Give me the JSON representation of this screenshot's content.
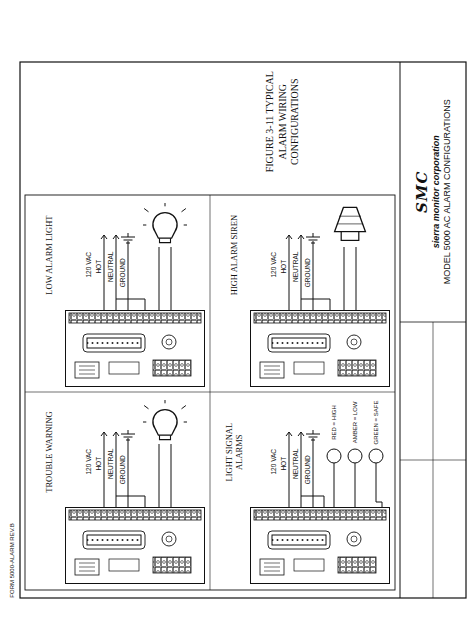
{
  "diagram": {
    "title": "FIGURE 3-11 TYPICAL ALARM WIRING CONFIGURATIONS",
    "nodes": [
      {
        "text": [
          "SMC",
          "sierra monitor corporation",
          "MODEL 5000 AC ALARM CONFIGURATIONS"
        ]
      }
    ],
    "labels": [
      "FORM 5000-ALARM REV.B",
      "LOW ALARM LIGHT",
      "120 VAC",
      "HOT",
      "NEUTRAL",
      "GROUND",
      "HIGH ALARM SIREN",
      "120 VAC",
      "HOT",
      "NEUTRAL",
      "GROUND",
      "TROUBLE WARNING",
      "120 VAC",
      "HOT",
      "NEUTRAL",
      "GROUND",
      "LIGHT SIGNAL ALARMS",
      "120 VAC",
      "HOT",
      "NEUTRAL",
      "GROUND",
      "RED = HIGH",
      "AMBER = LOW",
      "GREEN = SAFE"
    ]
  }
}
